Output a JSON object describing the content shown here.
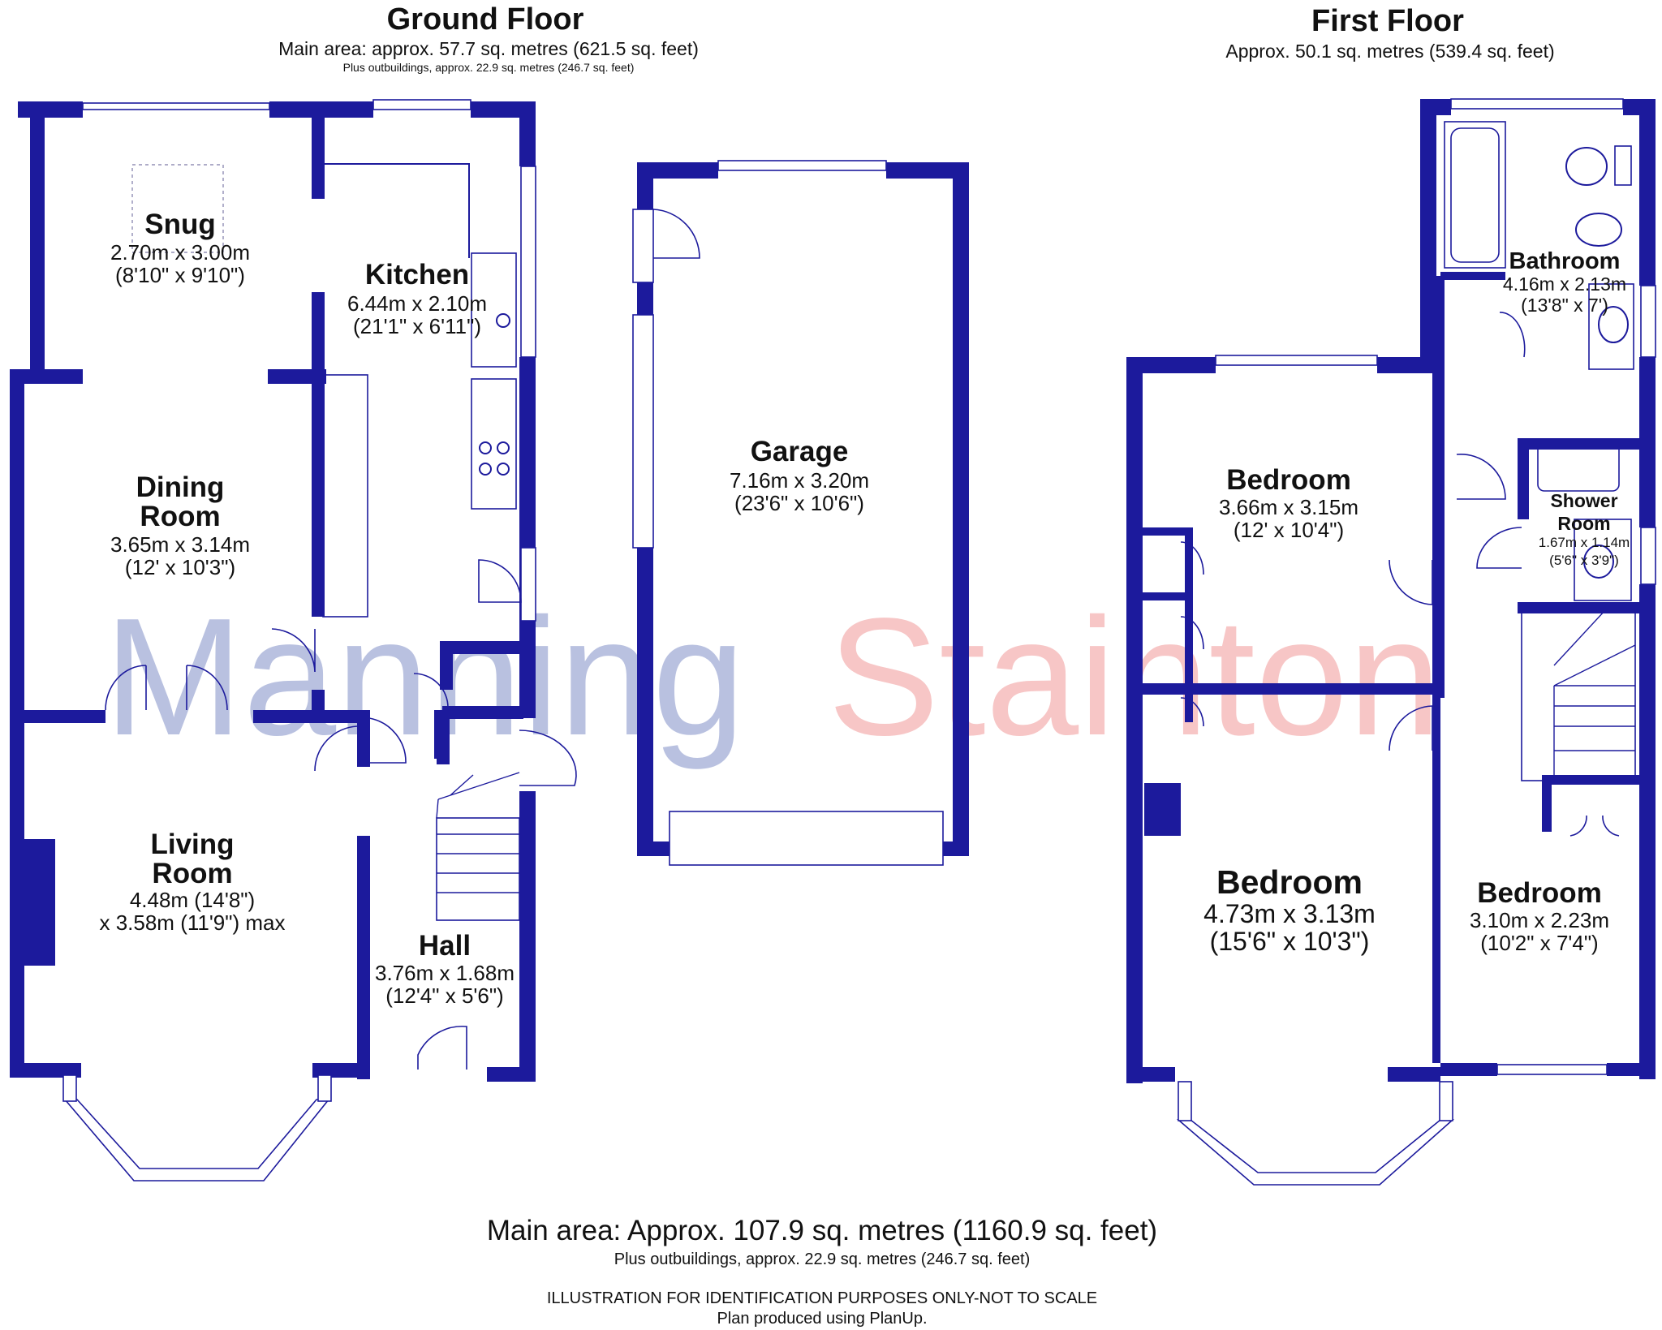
{
  "watermark": {
    "part1": "Manning",
    "part2": "Stainton",
    "color1": "#b9c1e0",
    "color2": "#f7c6c6"
  },
  "colors": {
    "wall": "#1c1a9c",
    "text": "#111111"
  },
  "ground_floor": {
    "title": "Ground Floor",
    "area": "Main area: approx. 57.7 sq. metres (621.5 sq. feet)",
    "outbuildings": "Plus outbuildings, approx. 22.9 sq. metres (246.7 sq. feet)",
    "rooms": {
      "snug": {
        "name": "Snug",
        "dim1": "2.70m x 3.00m",
        "dim2": "(8'10\" x 9'10\")"
      },
      "kitchen": {
        "name": "Kitchen",
        "dim1": "6.44m x 2.10m",
        "dim2": "(21'1\" x 6'11\")"
      },
      "dining": {
        "name1": "Dining",
        "name2": "Room",
        "dim1": "3.65m x 3.14m",
        "dim2": "(12' x 10'3\")"
      },
      "living": {
        "name1": "Living",
        "name2": "Room",
        "dim1": "4.48m (14'8\")",
        "dim2": "x 3.58m (11'9\") max"
      },
      "hall": {
        "name": "Hall",
        "dim1": "3.76m x 1.68m",
        "dim2": "(12'4\" x 5'6\")"
      },
      "garage": {
        "name": "Garage",
        "dim1": "7.16m x 3.20m",
        "dim2": "(23'6\" x 10'6\")"
      }
    }
  },
  "first_floor": {
    "title": "First Floor",
    "area": "Approx. 50.1 sq. metres (539.4 sq. feet)",
    "rooms": {
      "bathroom": {
        "name": "Bathroom",
        "dim1": "4.16m x 2.13m",
        "dim2": "(13'8\" x 7')"
      },
      "shower": {
        "name1": "Shower",
        "name2": "Room",
        "dim1": "1.67m x 1.14m",
        "dim2": "(5'6\" x 3'9\")"
      },
      "bedroom1": {
        "name": "Bedroom",
        "dim1": "3.66m x 3.15m",
        "dim2": "(12' x 10'4\")"
      },
      "bedroom2": {
        "name": "Bedroom",
        "dim1": "4.73m x 3.13m",
        "dim2": "(15'6\" x 10'3\")"
      },
      "bedroom3": {
        "name": "Bedroom",
        "dim1": "3.10m x 2.23m",
        "dim2": "(10'2\" x 7'4\")"
      }
    }
  },
  "footer": {
    "main_area": "Main area: Approx. 107.9 sq. metres (1160.9 sq. feet)",
    "outbuildings": "Plus outbuildings, approx. 22.9 sq. metres (246.7 sq. feet)",
    "disclaimer": "ILLUSTRATION FOR IDENTIFICATION PURPOSES ONLY-NOT TO SCALE",
    "produced": "Plan produced using PlanUp."
  }
}
